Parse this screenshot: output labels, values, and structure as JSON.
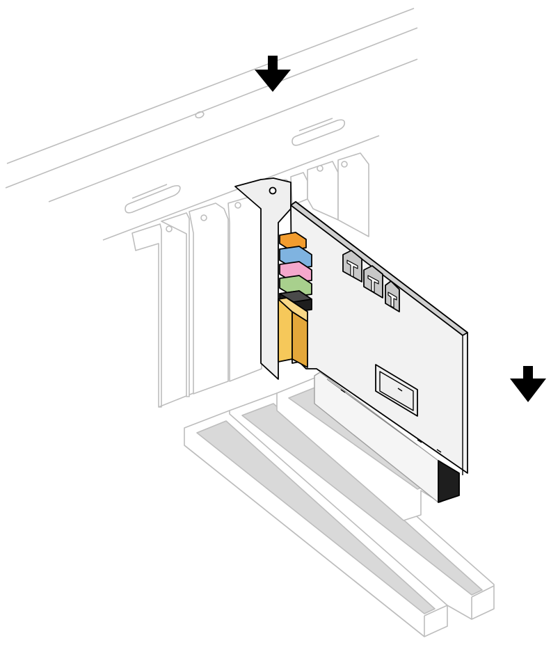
{
  "diagram": {
    "subject": "sound-card-installation",
    "arrows": [
      {
        "name": "insert-arrow-top",
        "direction": "down"
      },
      {
        "name": "insert-arrow-right",
        "direction": "down"
      }
    ],
    "audio_jacks": [
      {
        "name": "orange-jack",
        "color": "#F29C2E"
      },
      {
        "name": "blue-jack",
        "color": "#7FB3E0"
      },
      {
        "name": "pink-jack",
        "color": "#F4A8CC"
      },
      {
        "name": "green-jack",
        "color": "#A8D08D"
      },
      {
        "name": "black-jack",
        "color": "#1E1E1E"
      }
    ],
    "connector_color": "#F6C85A",
    "board_color": "#F2F2F2",
    "outline_color": "#000000",
    "chassis_line_color": "#BDBDBD",
    "slot_fill": "#D9D9D9",
    "header_count": 3,
    "pci_slot_count": 3
  }
}
